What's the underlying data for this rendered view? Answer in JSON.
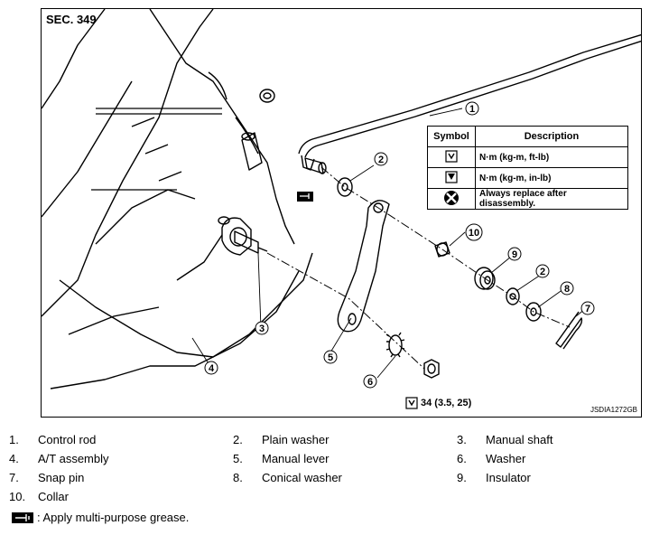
{
  "diagram": {
    "section_label": "SEC. 349",
    "diagram_code": "JSDIA1272GB",
    "callouts": [
      "1",
      "2",
      "3",
      "4",
      "5",
      "6",
      "7",
      "8",
      "9",
      "10",
      "2"
    ],
    "symbol_table": {
      "headers": {
        "symbol": "Symbol",
        "description": "Description"
      },
      "rows": [
        {
          "icon": "torque-wrench-icon",
          "description": "N·m (kg-m, ft-lb)"
        },
        {
          "icon": "torque-wrench-inlb-icon",
          "description": "N·m (kg-m, in-lb)"
        },
        {
          "icon": "always-replace-icon",
          "description": "Always replace after disassembly."
        }
      ]
    },
    "torque_spec": {
      "icon": "torque-wrench-icon",
      "value": "34 (3.5, 25)"
    },
    "grease_marker_icon": "grease-gun-icon"
  },
  "legend": {
    "rows": [
      [
        {
          "num": "1.",
          "label": "Control rod"
        },
        {
          "num": "2.",
          "label": "Plain washer"
        },
        {
          "num": "3.",
          "label": "Manual shaft"
        }
      ],
      [
        {
          "num": "4.",
          "label": "A/T assembly"
        },
        {
          "num": "5.",
          "label": "Manual lever"
        },
        {
          "num": "6.",
          "label": "Washer"
        }
      ],
      [
        {
          "num": "7.",
          "label": "Snap pin"
        },
        {
          "num": "8.",
          "label": "Conical washer"
        },
        {
          "num": "9.",
          "label": "Insulator"
        }
      ],
      [
        {
          "num": "10.",
          "label": "Collar"
        }
      ]
    ],
    "note": ": Apply multi-purpose grease."
  }
}
